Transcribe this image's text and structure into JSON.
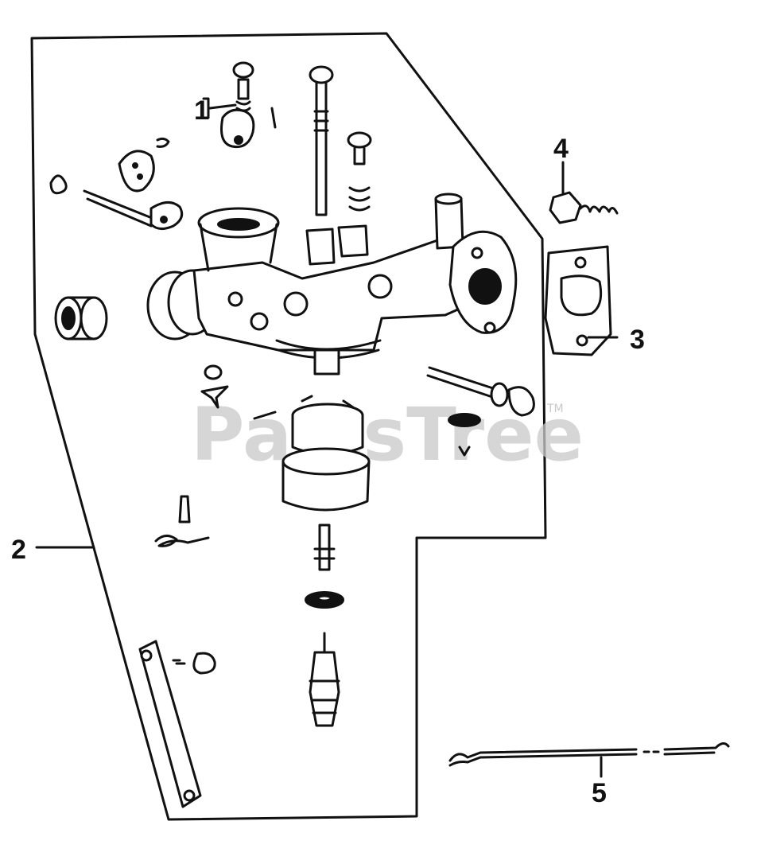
{
  "watermark": {
    "text": "PartsTree",
    "trademark": "TM"
  },
  "callouts": [
    {
      "id": "1",
      "label": "1"
    },
    {
      "id": "2",
      "label": "2"
    },
    {
      "id": "3",
      "label": "3"
    },
    {
      "id": "4",
      "label": "4"
    },
    {
      "id": "5",
      "label": "5"
    }
  ],
  "colors": {
    "line": "#111111",
    "background": "#ffffff",
    "watermark": "#c9c9c9"
  }
}
